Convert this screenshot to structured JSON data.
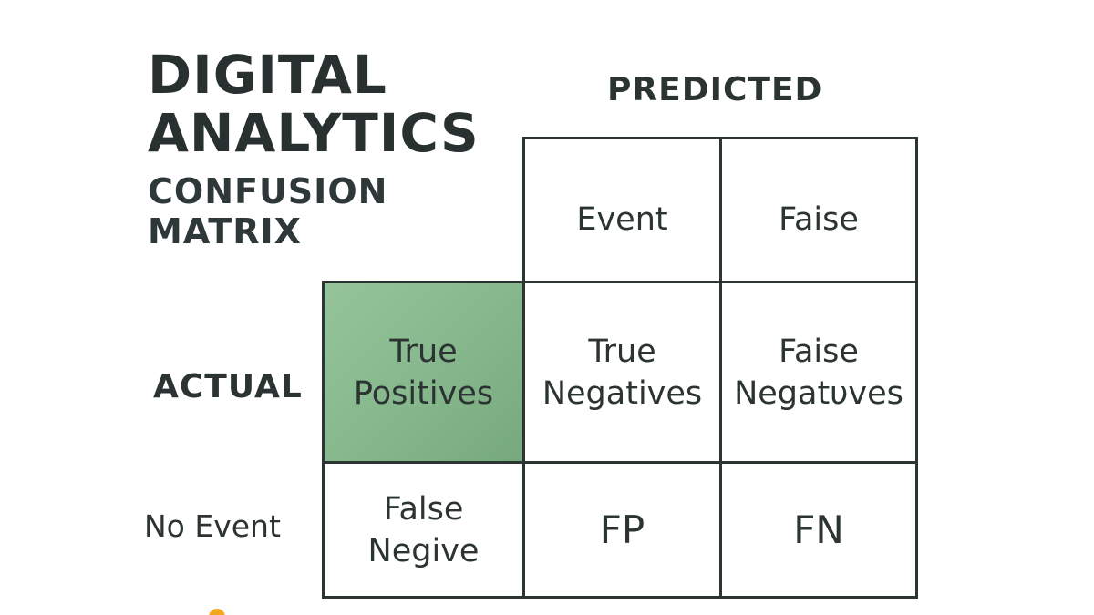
{
  "title": {
    "main": "DIGITAL\nANALYTICS",
    "sub": "CONFUSION\nMATRIX"
  },
  "axes": {
    "predicted": "PREDICTED",
    "actual": "ACTUAL"
  },
  "column_headers": [
    "Event",
    "Faise"
  ],
  "row_labels": [
    "",
    "No Event"
  ],
  "cells": {
    "r1c0": "True\nPositives",
    "r1c1": "True\nNegatives",
    "r1c2": "Faise\nNegatυves",
    "r2c0": "False\nNegive",
    "r2c1": "FP",
    "r2c2": "FN"
  },
  "colors": {
    "highlight": "#8bbd91",
    "grid_line": "#2d3434",
    "text": "#2b3333",
    "accent_dot": "#f2a81d"
  }
}
